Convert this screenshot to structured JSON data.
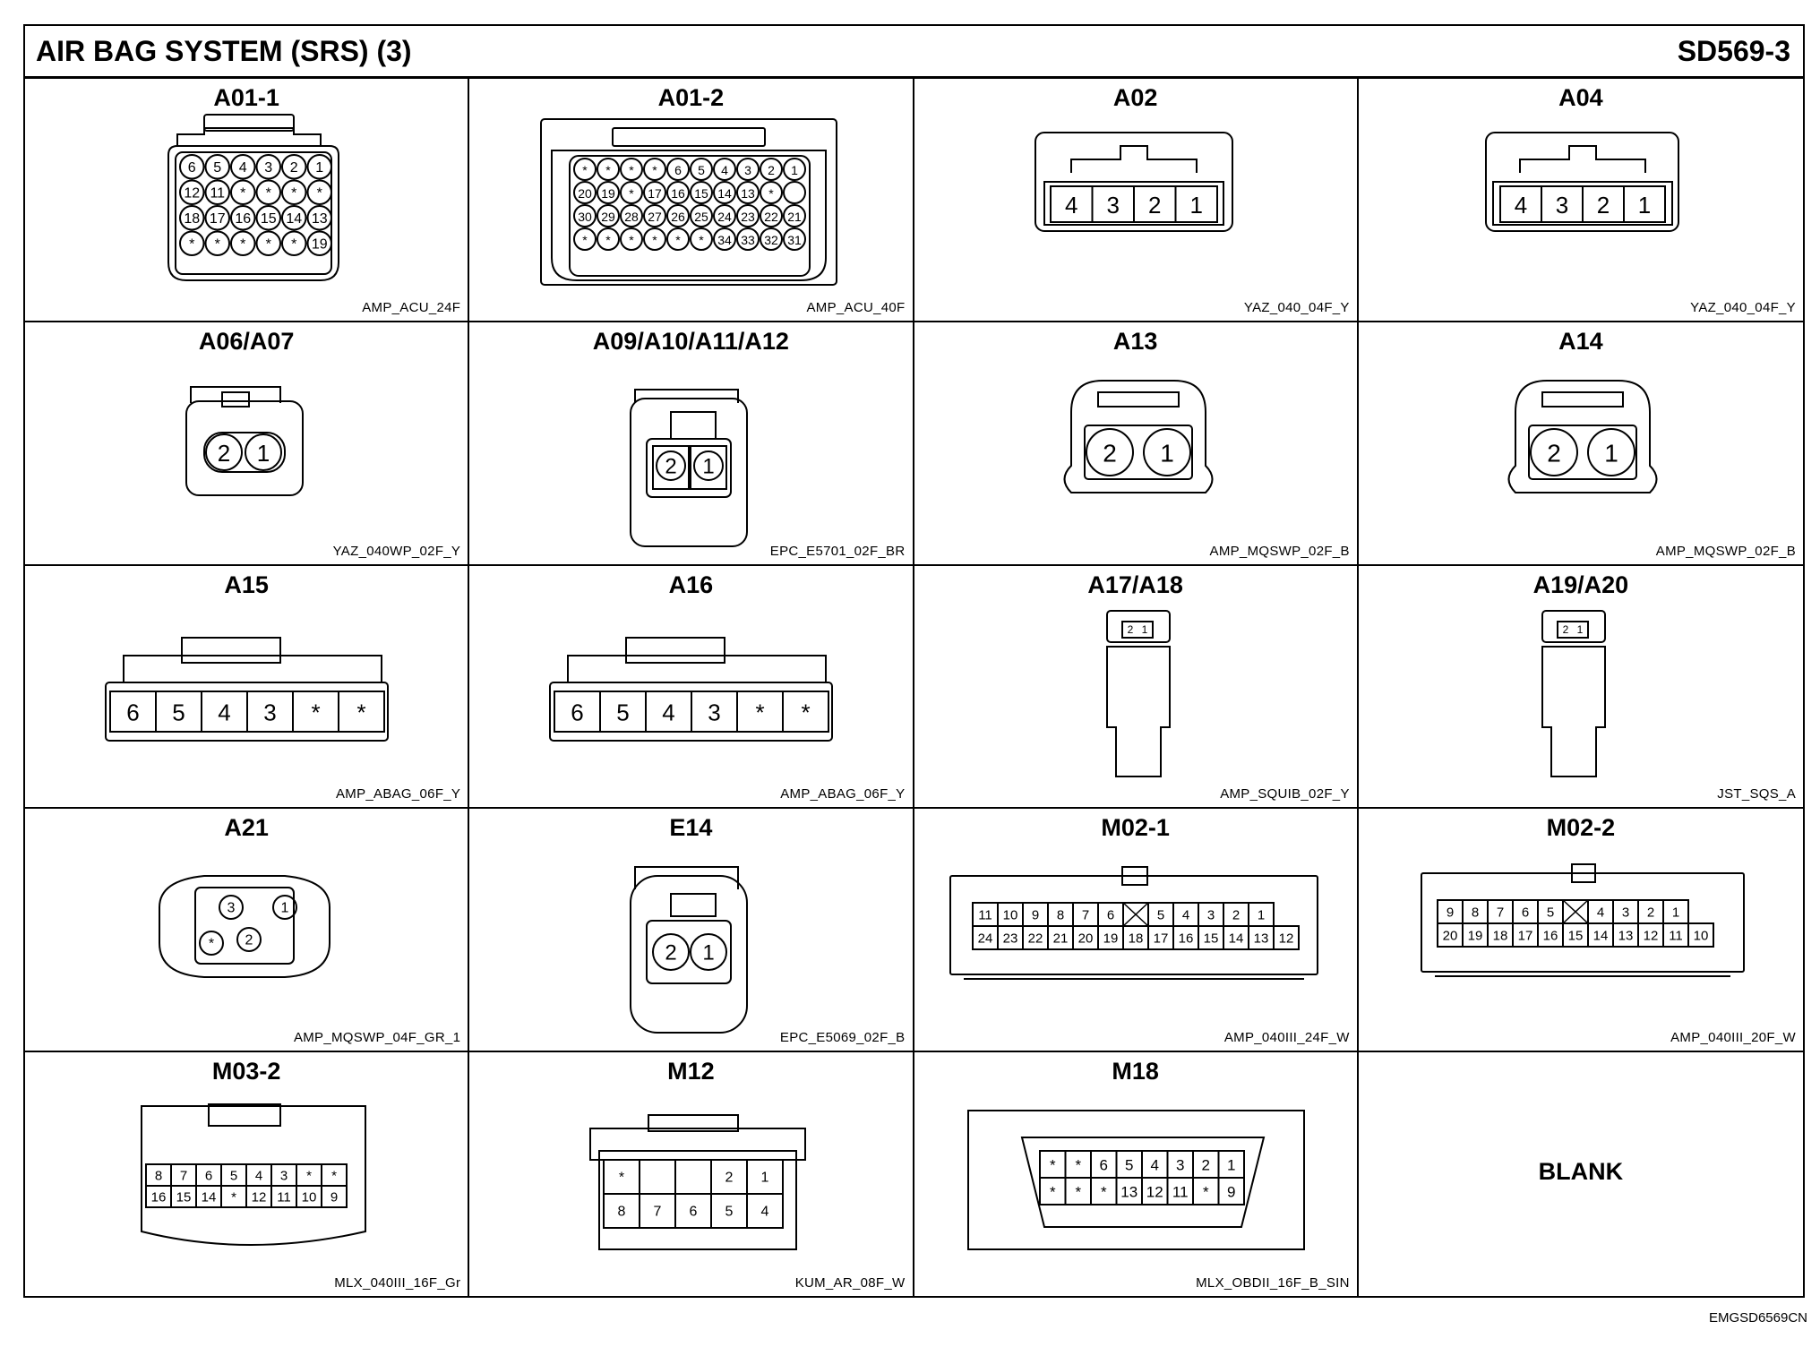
{
  "header": {
    "title": "AIR BAG SYSTEM (SRS) (3)",
    "code": "SD569-3"
  },
  "connectors": [
    {
      "name": "A01-1",
      "code": "AMP_ACU_24F",
      "pins": [
        [
          "6",
          "5",
          "4",
          "3",
          "2",
          "1"
        ],
        [
          "12",
          "11",
          "*",
          "*",
          "*",
          "*"
        ],
        [
          "18",
          "17",
          "16",
          "15",
          "14",
          "13"
        ],
        [
          "*",
          "*",
          "*",
          "*",
          "*",
          "19"
        ]
      ]
    },
    {
      "name": "A01-2",
      "code": "AMP_ACU_40F",
      "pins": [
        [
          "*",
          "*",
          "*",
          "*",
          "6",
          "5",
          "4",
          "3",
          "2",
          "1"
        ],
        [
          "20",
          "19",
          "*",
          "17",
          "16",
          "15",
          "14",
          "13",
          "*",
          ""
        ],
        [
          "30",
          "29",
          "28",
          "27",
          "26",
          "25",
          "24",
          "23",
          "22",
          "21"
        ],
        [
          "*",
          "*",
          "*",
          "*",
          "*",
          "*",
          "34",
          "33",
          "32",
          "31"
        ]
      ]
    },
    {
      "name": "A02",
      "code": "YAZ_040_04F_Y",
      "pins": [
        "4",
        "3",
        "2",
        "1"
      ]
    },
    {
      "name": "A04",
      "code": "YAZ_040_04F_Y",
      "pins": [
        "4",
        "3",
        "2",
        "1"
      ]
    },
    {
      "name": "A06/A07",
      "code": "YAZ_040WP_02F_Y",
      "pins": [
        "2",
        "1"
      ]
    },
    {
      "name": "A09/A10/A11/A12",
      "code": "EPC_E5701_02F_BR",
      "pins": [
        "2",
        "1"
      ]
    },
    {
      "name": "A13",
      "code": "AMP_MQSWP_02F_B",
      "pins": [
        "2",
        "1"
      ]
    },
    {
      "name": "A14",
      "code": "AMP_MQSWP_02F_B",
      "pins": [
        "2",
        "1"
      ]
    },
    {
      "name": "A15",
      "code": "AMP_ABAG_06F_Y",
      "pins": [
        "6",
        "5",
        "4",
        "3",
        "*",
        "*"
      ]
    },
    {
      "name": "A16",
      "code": "AMP_ABAG_06F_Y",
      "pins": [
        "6",
        "5",
        "4",
        "3",
        "*",
        "*"
      ]
    },
    {
      "name": "A17/A18",
      "code": "AMP_SQUIB_02F_Y",
      "pins": [
        "2",
        "1"
      ]
    },
    {
      "name": "A19/A20",
      "code": "JST_SQS_A",
      "pins": [
        "2",
        "1"
      ]
    },
    {
      "name": "A21",
      "code": "AMP_MQSWP_04F_GR_1",
      "pins": [
        "3",
        "1",
        "*",
        "2"
      ]
    },
    {
      "name": "E14",
      "code": "EPC_E5069_02F_B",
      "pins": [
        "2",
        "1"
      ]
    },
    {
      "name": "M02-1",
      "code": "AMP_040III_24F_W",
      "pins": [
        [
          "11",
          "10",
          "9",
          "8",
          "7",
          "6",
          "X",
          "5",
          "4",
          "3",
          "2",
          "1"
        ],
        [
          "24",
          "23",
          "22",
          "21",
          "20",
          "19",
          "18",
          "17",
          "16",
          "15",
          "14",
          "13",
          "12"
        ]
      ]
    },
    {
      "name": "M02-2",
      "code": "AMP_040III_20F_W",
      "pins": [
        [
          "9",
          "8",
          "7",
          "6",
          "5",
          "X",
          "4",
          "3",
          "2",
          "1"
        ],
        [
          "20",
          "19",
          "18",
          "17",
          "16",
          "15",
          "14",
          "13",
          "12",
          "11",
          "10"
        ]
      ]
    },
    {
      "name": "M03-2",
      "code": "MLX_040III_16F_Gr",
      "pins": [
        [
          "8",
          "7",
          "6",
          "5",
          "4",
          "3",
          "*",
          "*"
        ],
        [
          "16",
          "15",
          "14",
          "*",
          "12",
          "11",
          "10",
          "9"
        ]
      ]
    },
    {
      "name": "M12",
      "code": "KUM_AR_08F_W",
      "pins": [
        [
          "*",
          "",
          "",
          "2",
          "1"
        ],
        [
          "8",
          "7",
          "6",
          "5",
          "4"
        ]
      ]
    },
    {
      "name": "M18",
      "code": "MLX_OBDII_16F_B_SIN",
      "pins": [
        [
          "*",
          "*",
          "6",
          "5",
          "4",
          "3",
          "2",
          "1"
        ],
        [
          "*",
          "*",
          "*",
          "13",
          "12",
          "11",
          "*",
          "9"
        ]
      ]
    },
    {
      "name": "",
      "code": "",
      "label": "BLANK"
    }
  ],
  "footer": {
    "code": "EMGSD6569CN"
  }
}
